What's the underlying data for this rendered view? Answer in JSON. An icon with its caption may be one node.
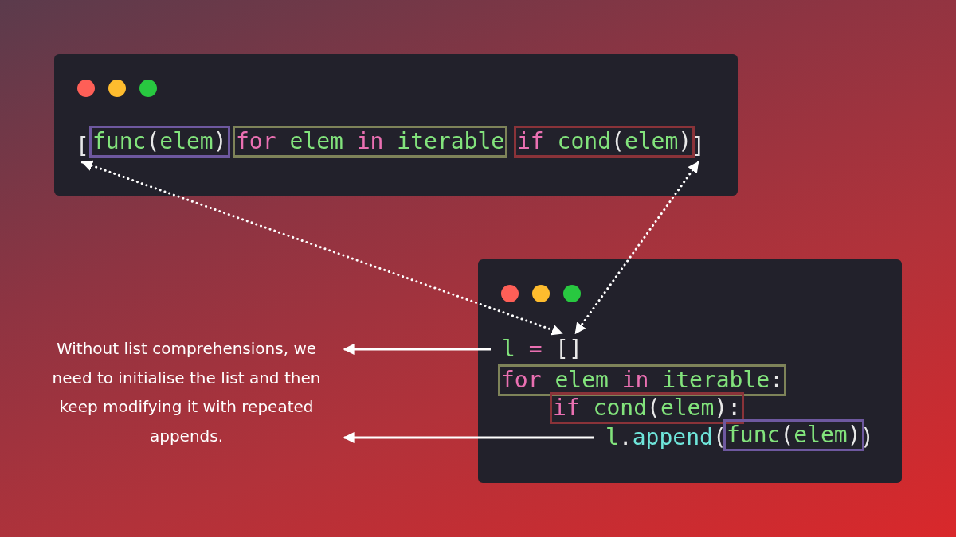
{
  "diagram": {
    "nodes": [
      {
        "text": [],
        "shape": "box"
      },
      {
        "text": [
          "["
        ],
        "in": 0
      },
      {
        "text": [
          "func(elem)"
        ],
        "in": 0
      },
      {
        "text": [
          "for elem in iterable"
        ],
        "in": 0
      },
      {
        "text": [
          "if cond(elem)"
        ],
        "in": 0
      },
      {
        "text": [
          "]"
        ],
        "in": 0
      },
      {
        "text": [],
        "shape": "box"
      },
      {
        "text": [
          "l ="
        ],
        "in": 6
      },
      {
        "text": [
          "["
        ],
        "in": 6
      },
      {
        "text": [
          "]"
        ],
        "in": 6
      },
      {
        "text": [
          "for elem in iterable:"
        ],
        "in": 6
      },
      {
        "text": [
          "if cond(elem):"
        ],
        "in": 6
      },
      {
        "text": [
          "l.append("
        ],
        "in": 6
      },
      {
        "text": [
          "func(elem)"
        ],
        "in": 6
      },
      {
        "text": [
          ")"
        ],
        "in": 6
      },
      {
        "text": [
          "Without list comprehensions, we need to initialise the list and then keep modifying it with repeated appends."
        ]
      }
    ],
    "edges": [
      {
        "from": 1,
        "to": 8,
        "arrow": "both",
        "style": "dashed"
      },
      {
        "from": 5,
        "to": 9,
        "arrow": "both",
        "style": "dashed"
      },
      {
        "from": 7,
        "to": 15,
        "arrow": "to"
      },
      {
        "from": 12,
        "to": 15,
        "arrow": "to"
      }
    ]
  }
}
